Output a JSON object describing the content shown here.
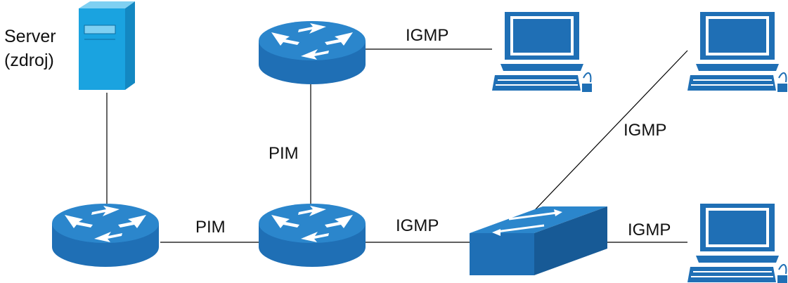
{
  "server": {
    "label_line1": "Server",
    "label_line2": "(zdroj)"
  },
  "links": {
    "server_pim_top_label": "PIM",
    "router_router_label": "PIM",
    "top_router_pc_label": "IGMP",
    "center_router_switch_label": "IGMP",
    "switch_pc_right_label": "IGMP",
    "switch_pc_top_label": "IGMP"
  },
  "colors": {
    "device_blue": "#1f6fb5",
    "device_top": "#2b86cc",
    "server_blue": "#1aa3e0",
    "line": "#000000"
  },
  "icons": {
    "router": "router-icon",
    "switch": "switch-icon",
    "pc": "computer-icon",
    "server": "server-icon"
  }
}
